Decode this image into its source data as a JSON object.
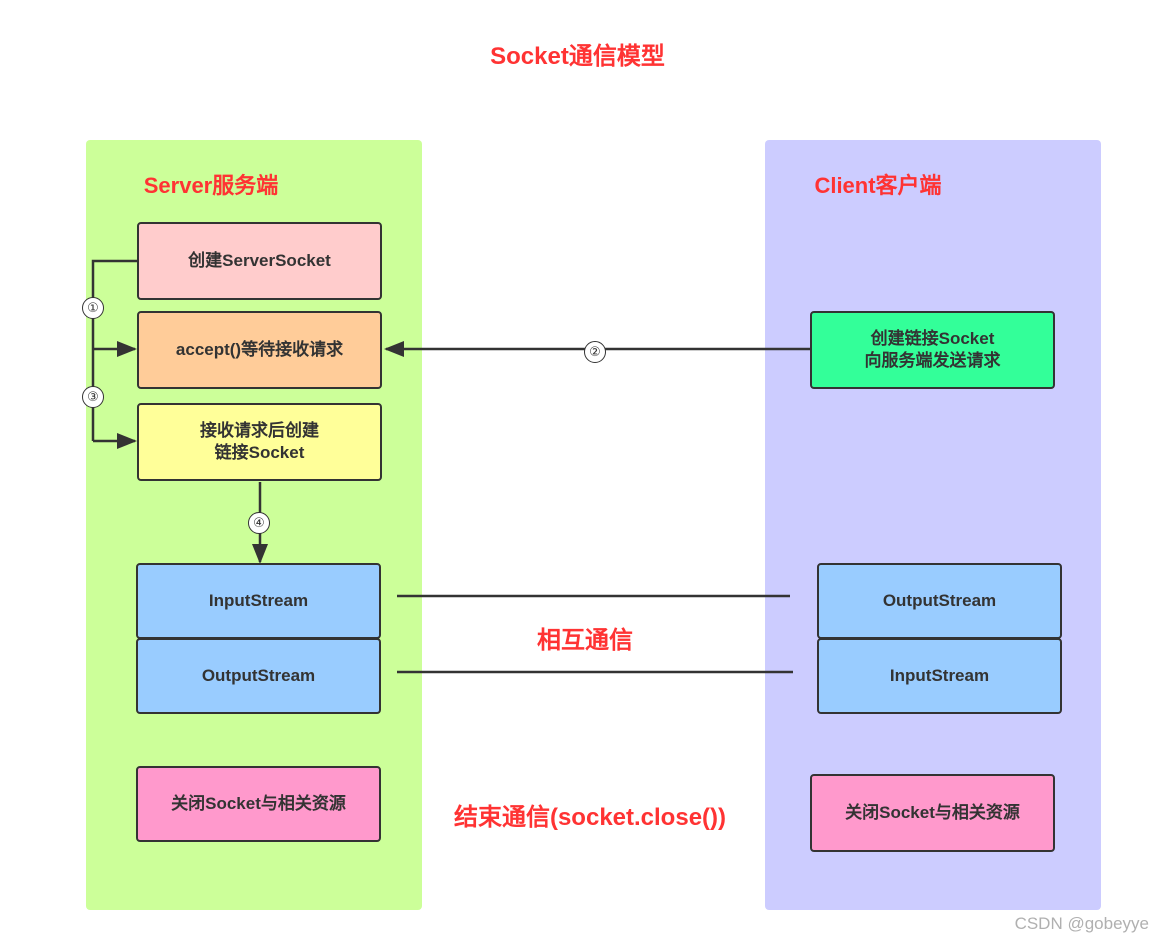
{
  "title": "Socket通信模型",
  "server": {
    "title": "Server服务端",
    "create_socket": "创建ServerSocket",
    "accept": "accept()等待接收请求",
    "receive": "接收请求后创建\n链接Socket",
    "input_stream": "InputStream",
    "output_stream": "OutputStream",
    "close": "关闭Socket与相关资源"
  },
  "client": {
    "title": "Client客户端",
    "create_socket": "创建链接Socket\n向服务端发送请求",
    "output_stream": "OutputStream",
    "input_stream": "InputStream",
    "close": "关闭Socket与相关资源"
  },
  "steps": {
    "s1": "①",
    "s2": "②",
    "s3": "③",
    "s4": "④"
  },
  "labels": {
    "mutual": "相互通信",
    "end": "结束通信(socket.close())"
  },
  "watermark": "CSDN @gobeyye",
  "colors": {
    "title_red": "#ff3333",
    "server_panel": "#ccff99",
    "client_panel": "#ccccff",
    "stream_box": "#99ccff",
    "close_box": "#ff99cc"
  }
}
